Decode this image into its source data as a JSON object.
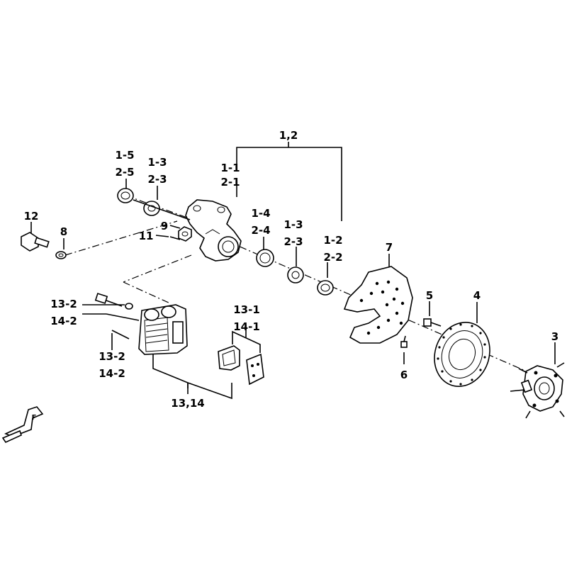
{
  "labels": {
    "group_1_2": "1,2",
    "l_1_1": "1-1",
    "l_2_1": "2-1",
    "l_1_5": "1-5",
    "l_2_5": "2-5",
    "l_1_3a": "1-3",
    "l_2_3a": "2-3",
    "l_1_4": "1-4",
    "l_2_4": "2-4",
    "l_1_3b": "1-3",
    "l_2_3b": "2-3",
    "l_1_2": "1-2",
    "l_2_2": "2-2",
    "l_12": "12",
    "l_8": "8",
    "l_9": "9",
    "l_11": "11",
    "l_7": "7",
    "l_5": "5",
    "l_4": "4",
    "l_3": "3",
    "l_6": "6",
    "l_13_1": "13-1",
    "l_14_1": "14-1",
    "l_13_2a": "13-2",
    "l_14_2a": "14-2",
    "l_13_2b": "13-2",
    "l_14_2b": "14-2",
    "group_13_14": "13,14",
    "front_mark": "F"
  }
}
